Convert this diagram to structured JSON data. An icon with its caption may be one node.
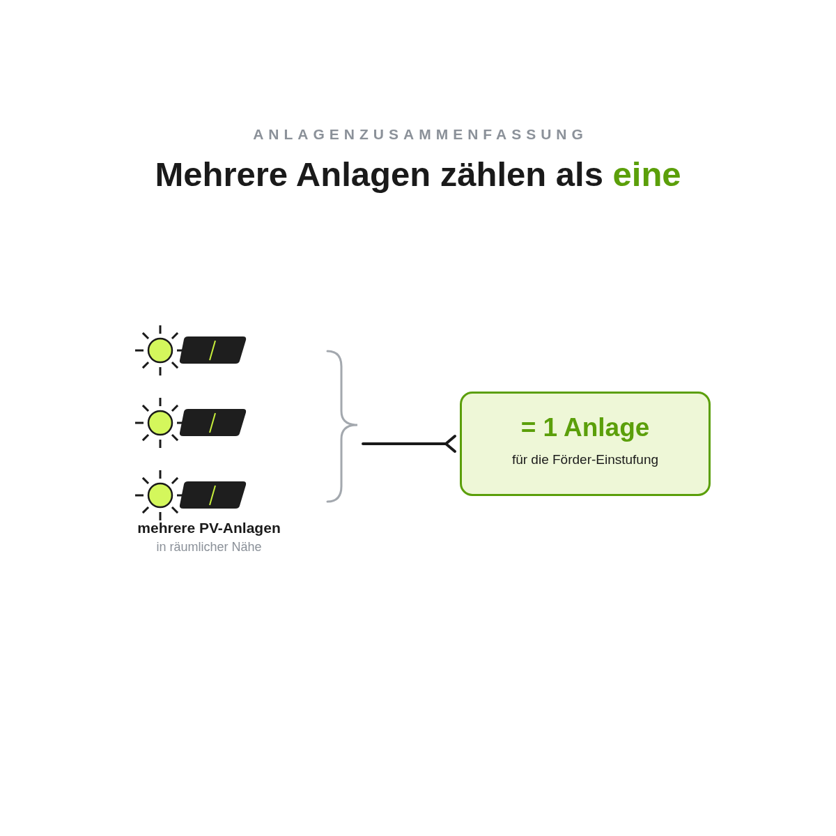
{
  "diagram": {
    "title": "Mehrere Anlagen zählen als **eine**",
    "nodes": [
      {
        "text": [
          "mehrere PV-Anlagen",
          "in räumlicher Nähe"
        ]
      },
      {
        "text": [
          "= 1 Anlage",
          "für die Förder-Einstufung"
        ]
      }
    ],
    "edges": [
      {
        "from": 0,
        "to": 1,
        "arrow": "other"
      }
    ],
    "labels": [
      "ANLAGENZUSAMMENFASSUNG"
    ]
  }
}
